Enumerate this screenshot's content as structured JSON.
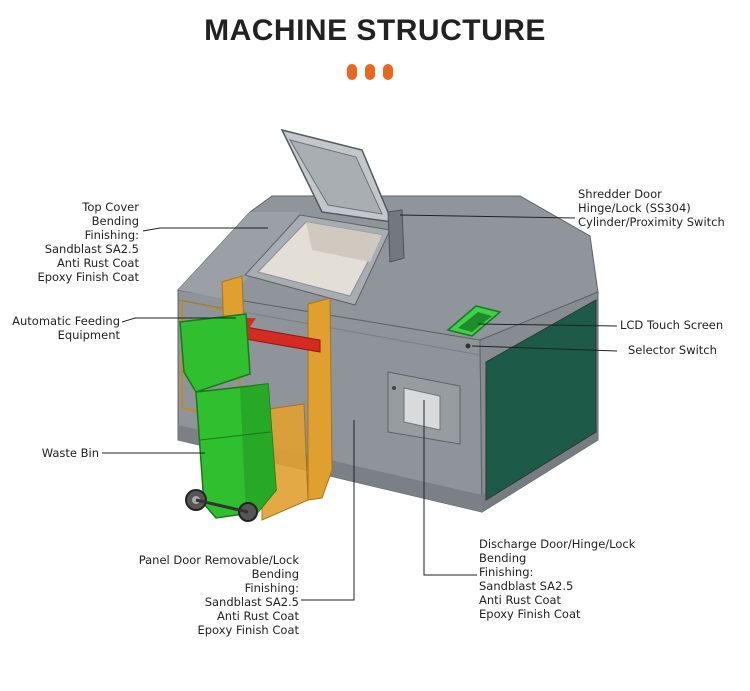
{
  "title": "MACHINE STRUCTURE",
  "accent_color": "#e8681e",
  "labels": {
    "top_cover": [
      "Top Cover",
      "Bending",
      "Finishing:",
      "Sandblast SA2.5",
      "Anti Rust Coat",
      "Epoxy Finish Coat"
    ],
    "automatic_feeding": [
      "Automatic Feeding",
      "Equipment"
    ],
    "waste_bin": [
      "Waste Bin"
    ],
    "shredder_door": [
      "Shredder Door",
      "Hinge/Lock (SS304)",
      "Cylinder/Proximity Switch"
    ],
    "lcd_touch_screen": [
      "LCD Touch Screen"
    ],
    "selector_switch": [
      "Selector Switch"
    ],
    "panel_door": [
      "Panel Door Removable/Lock",
      "Bending",
      "Finishing:",
      "Sandblast SA2.5",
      "Anti Rust Coat",
      "Epoxy Finish Coat"
    ],
    "discharge_door": [
      "Discharge Door/Hinge/Lock",
      "Bending",
      "Finishing:",
      "Sandblast SA2.5",
      "Anti Rust Coat",
      "Epoxy Finish Coat"
    ]
  },
  "colors": {
    "machine_body": "#8e949a",
    "machine_top": "#8a9096",
    "side_panel": "#1d5a48",
    "feeder_frame": "#e0a030",
    "waste_bin": "#2fbf2f",
    "lcd_screen": "#3ed24a",
    "hopper_inner": "#e3ded6"
  }
}
